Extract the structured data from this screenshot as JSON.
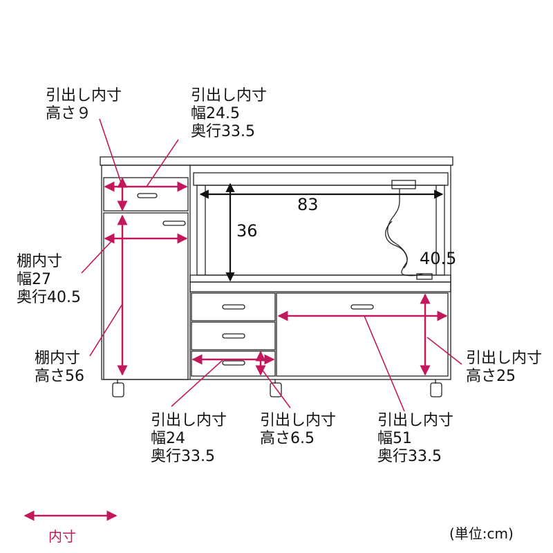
{
  "colors": {
    "accent": "#c2185b",
    "line": "#222222"
  },
  "labels": {
    "drawer_top_height": [
      "引出し内寸",
      "高さ９"
    ],
    "drawer_top_dims": [
      "引出し内寸",
      "幅24.5",
      "奥行33.5"
    ],
    "shelf_dims": [
      "棚内寸",
      "幅27",
      "奥行40.5"
    ],
    "shelf_height": [
      "棚内寸",
      "高さ56"
    ],
    "drawer_right_height": [
      "引出し内寸",
      "高さ25"
    ],
    "drawer_small_dims": [
      "引出し内寸",
      "幅24",
      "奥行33.5"
    ],
    "drawer_small_height": [
      "引出し内寸",
      "高さ6.5"
    ],
    "drawer_large_dims": [
      "引出し内寸",
      "幅51",
      "奥行33.5"
    ]
  },
  "dimensions": {
    "width_open": "83",
    "height_open": "36",
    "depth_open": "40.5"
  },
  "legend": {
    "label": "内寸"
  },
  "unit_note": "(単位:cm)"
}
